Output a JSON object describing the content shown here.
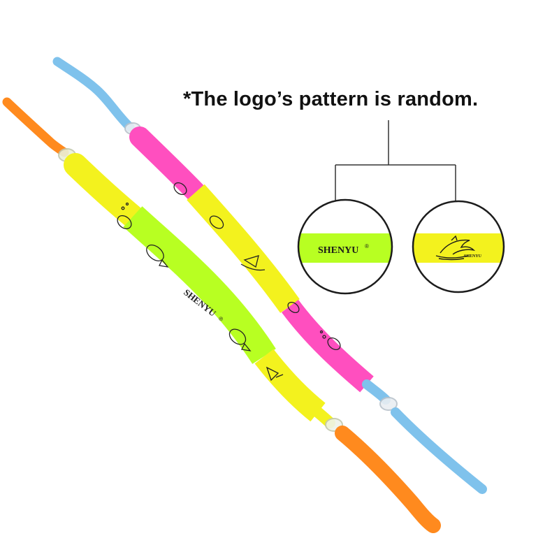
{
  "caption": "*The logo’s pattern is random.",
  "brand": {
    "name": "SHENYU",
    "mark": "®"
  },
  "callouts": {
    "left": {
      "label": "SHENYU",
      "mark": "®",
      "band_color": "#b8ff22"
    },
    "right": {
      "label": "SHENYU",
      "band_color": "#f3f21e"
    }
  },
  "straps": {
    "back": {
      "tip_color": "#7fc2ec",
      "segments": [
        "#ff4fbf",
        "#f3f21e",
        "#ff4fbf",
        "#7fc2ec"
      ]
    },
    "front": {
      "tip_color": "#ff8a1e",
      "segments": [
        "#f3f21e",
        "#b8ff22",
        "#f3f21e",
        "#ff8a1e"
      ]
    }
  },
  "colors": {
    "background": "#ffffff",
    "text": "#111111",
    "line": "#333333",
    "circle_border": "#1c1c1c"
  }
}
